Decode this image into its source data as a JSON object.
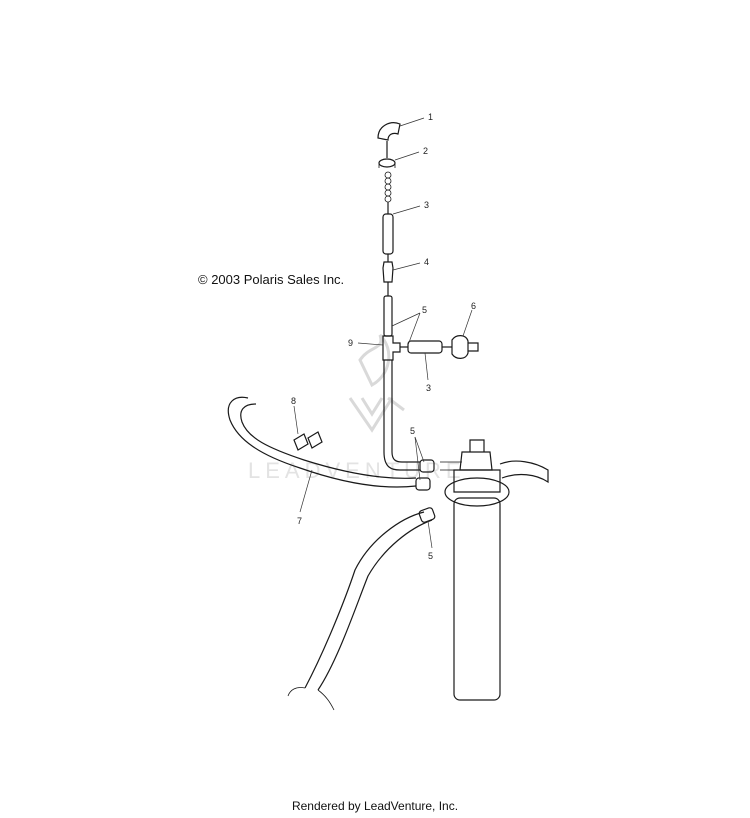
{
  "copyright": "© 2003 Polaris Sales Inc.",
  "footer": "Rendered by LeadVenture, Inc.",
  "watermark": "LEADVENTURE",
  "callouts": [
    "1",
    "2",
    "3",
    "4",
    "5",
    "6",
    "9",
    "3",
    "8",
    "5",
    "7",
    "5"
  ],
  "colors": {
    "line": "#1a1a1a",
    "watermark": "#d9d9d9"
  }
}
